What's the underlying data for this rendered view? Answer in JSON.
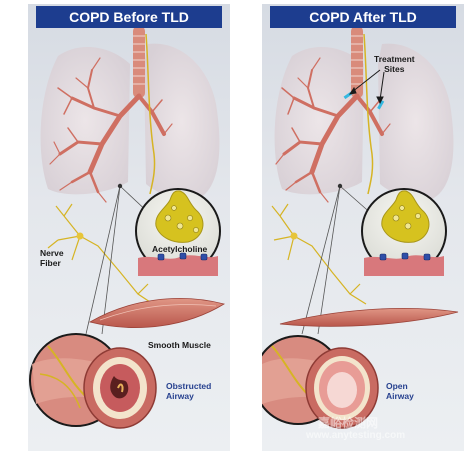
{
  "panels": {
    "before": {
      "title": "COPD Before TLD",
      "labels": {
        "nerve": "Nerve\nFiber",
        "acetylcholine": "Acetylcholine",
        "smooth_muscle": "Smooth Muscle",
        "airway": "Obstructed\nAirway"
      }
    },
    "after": {
      "title": "COPD After TLD",
      "labels": {
        "treatment": "Treatment\nSites",
        "airway": "Open\nAirway"
      }
    }
  },
  "watermark": {
    "line1": "嘉峪检测网",
    "line2": "www.anytesting.com"
  },
  "colors": {
    "header_bg": "#1d3d8f",
    "header_text": "#ffffff",
    "label_blue": "#27418f",
    "airway_tree": "#cf6f62",
    "nerve_yellow": "#d6b424",
    "treatment_marker": "#35b8e0"
  }
}
